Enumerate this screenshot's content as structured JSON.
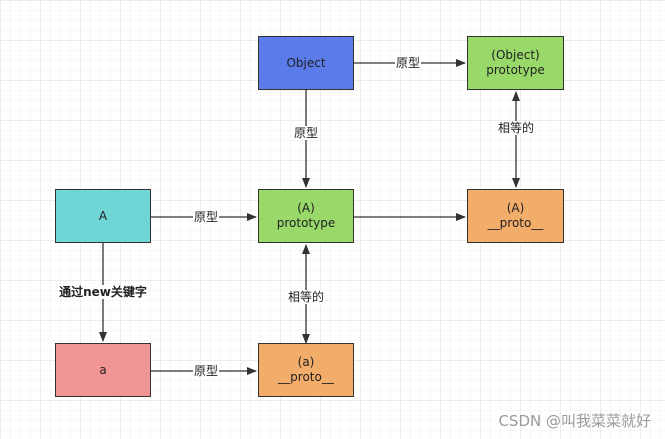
{
  "colors": {
    "object": "#5a7be8",
    "prototype": "#98d96a",
    "proto": "#f2ad6a",
    "class": "#6fd6d6",
    "instance": "#f19494",
    "edge": "#333333"
  },
  "nodes": {
    "object": {
      "line1": "Object",
      "line2": ""
    },
    "object_prototype": {
      "line1": "(Object)",
      "line2": "prototype"
    },
    "object_proto": {
      "line1": "(A)",
      "line2": "__proto__"
    },
    "class_a": {
      "line1": "A",
      "line2": ""
    },
    "a_prototype": {
      "line1": "(A)",
      "line2": "prototype"
    },
    "instance_a": {
      "line1": "a",
      "line2": ""
    },
    "a_proto": {
      "line1": "(a)",
      "line2": "__proto__"
    }
  },
  "edges": {
    "object_to_prototype": "原型",
    "object_to_a_prototype": "原型",
    "proto_equals_object_prototype": "相等的",
    "class_to_prototype": "原型",
    "class_to_instance": "通过new关键字",
    "a_proto_equals_prototype": "相等的",
    "instance_to_proto": "原型"
  },
  "watermark": "CSDN @叫我菜菜就好"
}
